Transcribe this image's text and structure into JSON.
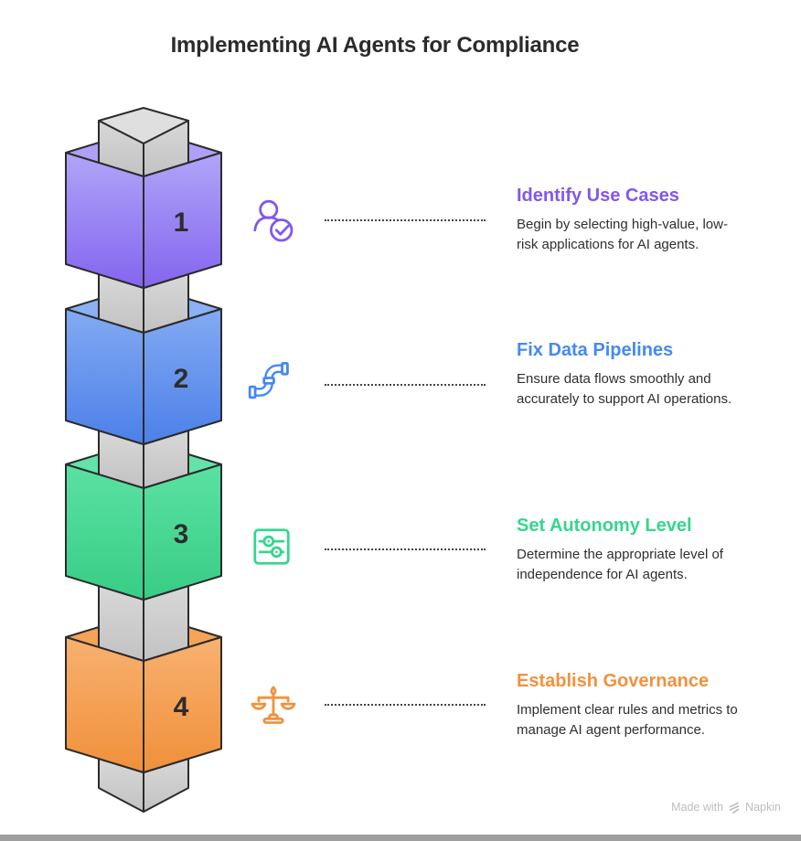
{
  "title": "Implementing AI Agents for Compliance",
  "steps": [
    {
      "number": "1",
      "heading": "Identify Use Cases",
      "description": "Begin by selecting high-value, low-risk applications for AI agents.",
      "accent": "#8257EE",
      "icon": "person-check-icon",
      "cube": {
        "top": "#AF9FF7",
        "light": "#B0A5F8",
        "dark": "#8465EF"
      }
    },
    {
      "number": "2",
      "heading": "Fix Data Pipelines",
      "description": "Ensure data flows smoothly and accurately to support AI operations.",
      "accent": "#4489F4",
      "icon": "pipe-icon",
      "cube": {
        "top": "#8BB0F3",
        "light": "#83AAF2",
        "dark": "#4C80E9"
      }
    },
    {
      "number": "3",
      "heading": "Set Autonomy Level",
      "description": "Determine the appropriate level of independence for AI agents.",
      "accent": "#35D68E",
      "icon": "sliders-icon",
      "cube": {
        "top": "#63E3A8",
        "light": "#5BE1A2",
        "dark": "#38CD86"
      }
    },
    {
      "number": "4",
      "heading": "Establish Governance",
      "description": "Implement clear rules and metrics to manage AI agent performance.",
      "accent": "#F2913D",
      "icon": "scale-icon",
      "cube": {
        "top": "#F4A458",
        "light": "#F8B170",
        "dark": "#F0903A"
      }
    }
  ],
  "pillar": {
    "top": "#DFDFDF",
    "light": "#D8D8D8",
    "dark": "#C2C2C2"
  },
  "footer": {
    "made_with": "Made with",
    "brand": "Napkin"
  }
}
